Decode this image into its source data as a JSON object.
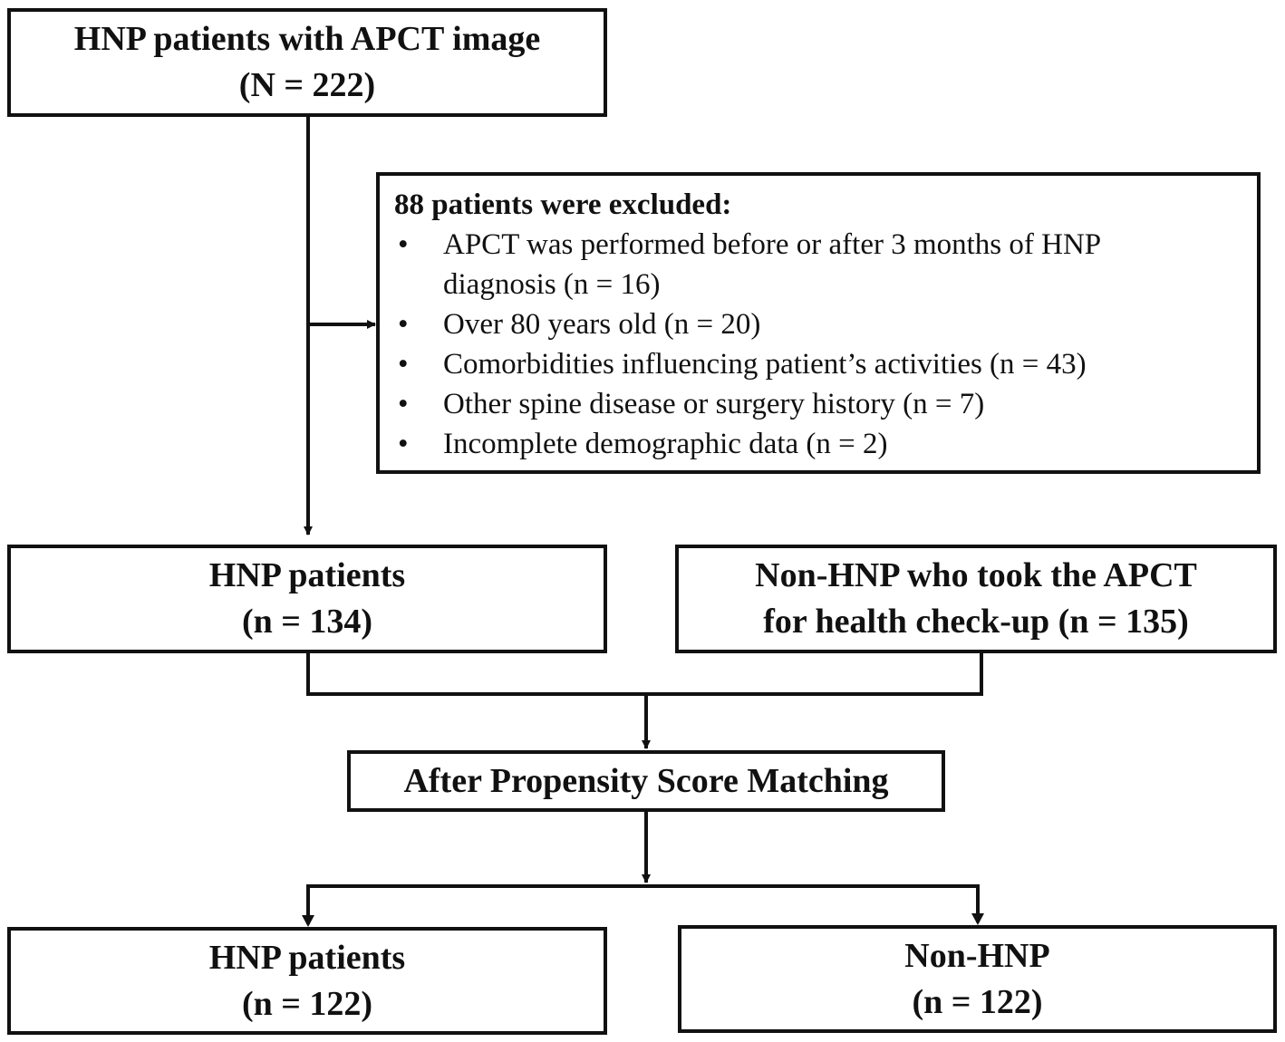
{
  "top_box": {
    "line1": "HNP patients with APCT image",
    "line2": "(N = 222)"
  },
  "exclusion_box": {
    "heading": "88 patients were excluded:",
    "bullet": "•",
    "items": [
      {
        "line1": "APCT was performed before or after 3 months of HNP",
        "line2": "diagnosis (n = 16)"
      },
      {
        "line1": "Over 80 years old (n = 20)"
      },
      {
        "line1": "Comorbidities influencing patient’s activities (n = 43)"
      },
      {
        "line1": "Other spine disease or surgery history (n = 7)"
      },
      {
        "line1": "Incomplete demographic data (n = 2)"
      }
    ]
  },
  "hnp_box_before": {
    "line1": "HNP patients",
    "line2": "(n = 134)"
  },
  "non_hnp_box_before": {
    "line1": "Non-HNP who took the APCT",
    "line2": "for health check-up (n = 135)"
  },
  "matching_box": {
    "label": "After Propensity Score Matching"
  },
  "hnp_box_after": {
    "line1": "HNP patients",
    "line2": "(n = 122)"
  },
  "non_hnp_box_after": {
    "line1": "Non-HNP",
    "line2": "(n = 122)"
  }
}
